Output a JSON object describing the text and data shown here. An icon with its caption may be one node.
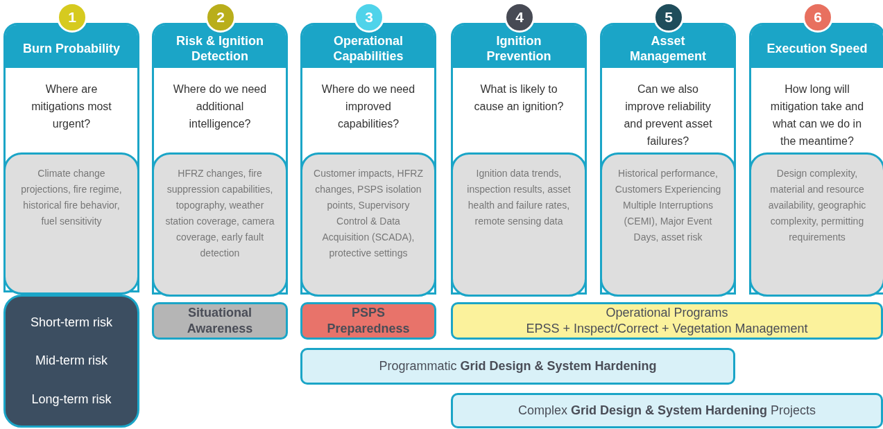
{
  "diagram": {
    "nodes": [
      {
        "text": [
          "1"
        ]
      },
      {
        "text": [
          "Burn Probability",
          "Where are mitigations most urgent?"
        ]
      },
      {
        "text": [
          "Climate change projections, fire regime, historical fire behavior, fuel sensitivity"
        ],
        "in": 1
      },
      {
        "text": [
          "Short-term risk",
          "Mid-term risk",
          "Long-term risk"
        ]
      },
      {
        "text": [
          "2"
        ]
      },
      {
        "text": [
          "Risk & Ignition Detection",
          "Where do we need additional intelligence?"
        ]
      },
      {
        "text": [
          "HFRZ changes, fire suppression capabilities, topography, weather station coverage, camera coverage, early fault detection"
        ],
        "in": 5
      },
      {
        "text": [
          "3"
        ]
      },
      {
        "text": [
          "Operational Capabilities",
          "Where do we need improved capabilities?"
        ]
      },
      {
        "text": [
          "Customer impacts, HFRZ changes, PSPS isolation points, Supervisory Control & Data Acquisition (SCADA), protective settings"
        ],
        "in": 8
      },
      {
        "text": [
          "4"
        ]
      },
      {
        "text": [
          "Ignition Prevention",
          "What is likely to cause an ignition?"
        ]
      },
      {
        "text": [
          "Ignition data trends, inspection results, asset health and failure rates, remote sensing data"
        ],
        "in": 11
      },
      {
        "text": [
          "5"
        ]
      },
      {
        "text": [
          "Asset Management",
          "Can we also improve reliability and prevent asset failures?"
        ]
      },
      {
        "text": [
          "Historical performance, Customers Experiencing Multiple Interruptions (CEMI), Major Event Days, asset risk"
        ],
        "in": 14
      },
      {
        "text": [
          "6"
        ]
      },
      {
        "text": [
          "Execution Speed",
          "How long will mitigation take and what can we do in the meantime?"
        ]
      },
      {
        "text": [
          "Design complexity, material and resource availability, geographic complexity, permitting requirements"
        ],
        "in": 17
      },
      {
        "text": [
          "Situational Awareness"
        ]
      },
      {
        "text": [
          "PSPS Preparedness"
        ]
      },
      {
        "text": [
          "Operational Programs",
          "EPSS + Inspect/Correct + Vegetation Management"
        ]
      },
      {
        "text": [
          "Programmatic **Grid Design & System Hardening**"
        ]
      },
      {
        "text": [
          "Complex **Grid Design & System Hardening** Projects"
        ]
      }
    ]
  }
}
